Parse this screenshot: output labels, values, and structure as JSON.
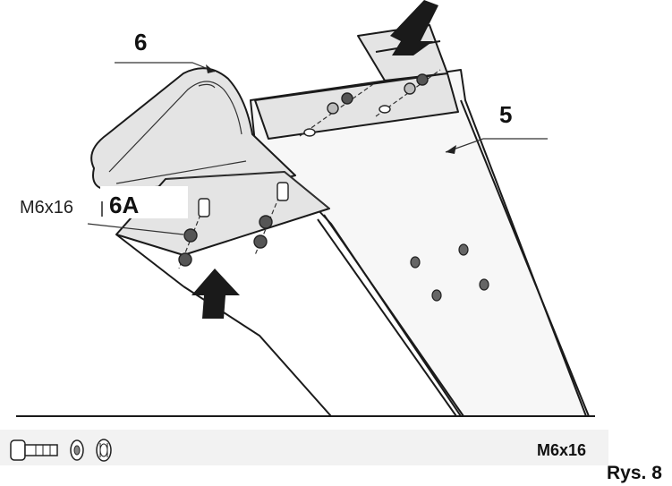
{
  "labels": {
    "part_6": "6",
    "part_6a": "6A",
    "part_5": "5",
    "bolt_spec_callout": "M6x16",
    "bolt_spec_strip": "M6x16",
    "figure_caption": "Rys. 8"
  },
  "colors": {
    "line": "#1a1a1a",
    "panel_fill": "#e4e4e4",
    "strip_fill": "#f2f2f2"
  },
  "icons": [
    "bolt-icon",
    "washer-icon",
    "nut-icon",
    "arrow-icon"
  ]
}
